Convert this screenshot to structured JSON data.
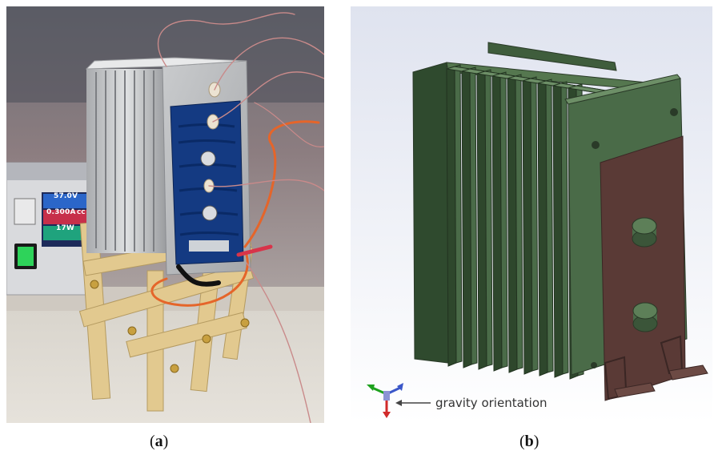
{
  "panels": [
    {
      "caption_open": "(",
      "caption_letter": "a",
      "caption_close": ")",
      "psu_readout": {
        "voltage": "57.0V",
        "current": "0.300A",
        "mode": "CC",
        "power": "17W"
      }
    },
    {
      "caption_open": "(",
      "caption_letter": "b",
      "caption_close": ")",
      "annotation": "gravity orientation",
      "colors": {
        "heatsink": "#4a6b48",
        "plate": "#5a3a36"
      }
    }
  ]
}
